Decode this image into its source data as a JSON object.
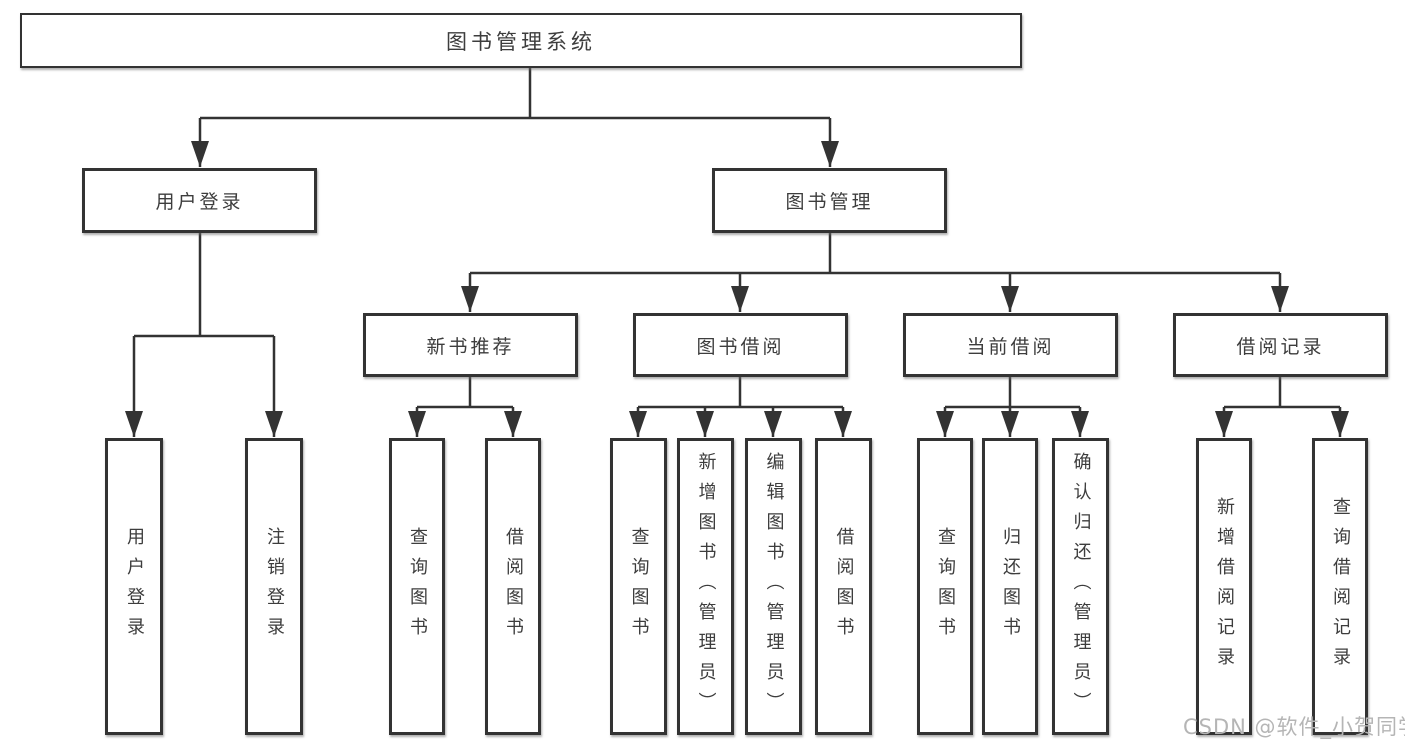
{
  "diagram": {
    "root": "图书管理系统",
    "l2": [
      "用户登录",
      "图书管理"
    ],
    "l3": [
      "新书推荐",
      "图书借阅",
      "当前借阅",
      "借阅记录"
    ],
    "leaves": {
      "login": [
        "用户登录",
        "注销登录"
      ],
      "recommend": [
        "查询图书",
        "借阅图书"
      ],
      "borrow": [
        "查询图书",
        "新增图书（管理员）",
        "编辑图书（管理员）",
        "借阅图书"
      ],
      "current": [
        "查询图书",
        "归还图书",
        "确认归还（管理员）"
      ],
      "records": [
        "新增借阅记录",
        "查询借阅记录"
      ]
    }
  },
  "watermark": {
    "text": "CSDN @软件_小贺同学"
  },
  "colors": {
    "line": "#333333",
    "text": "#3d3d3d",
    "watermark": "#b5b5b5",
    "background": "#ffffff"
  }
}
